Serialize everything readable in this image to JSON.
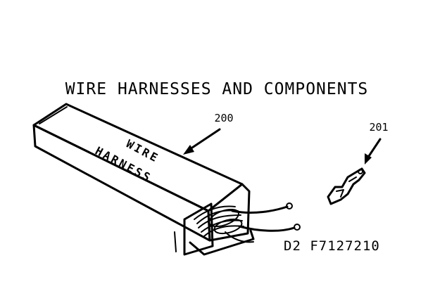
{
  "title": "WIRE HARNESSES AND COMPONENTS",
  "parts": [
    {
      "number": "200",
      "label_line1": "WIRE",
      "label_line2": "HARNESS"
    },
    {
      "number": "201"
    }
  ],
  "drawing_code": "D2 F7127210"
}
